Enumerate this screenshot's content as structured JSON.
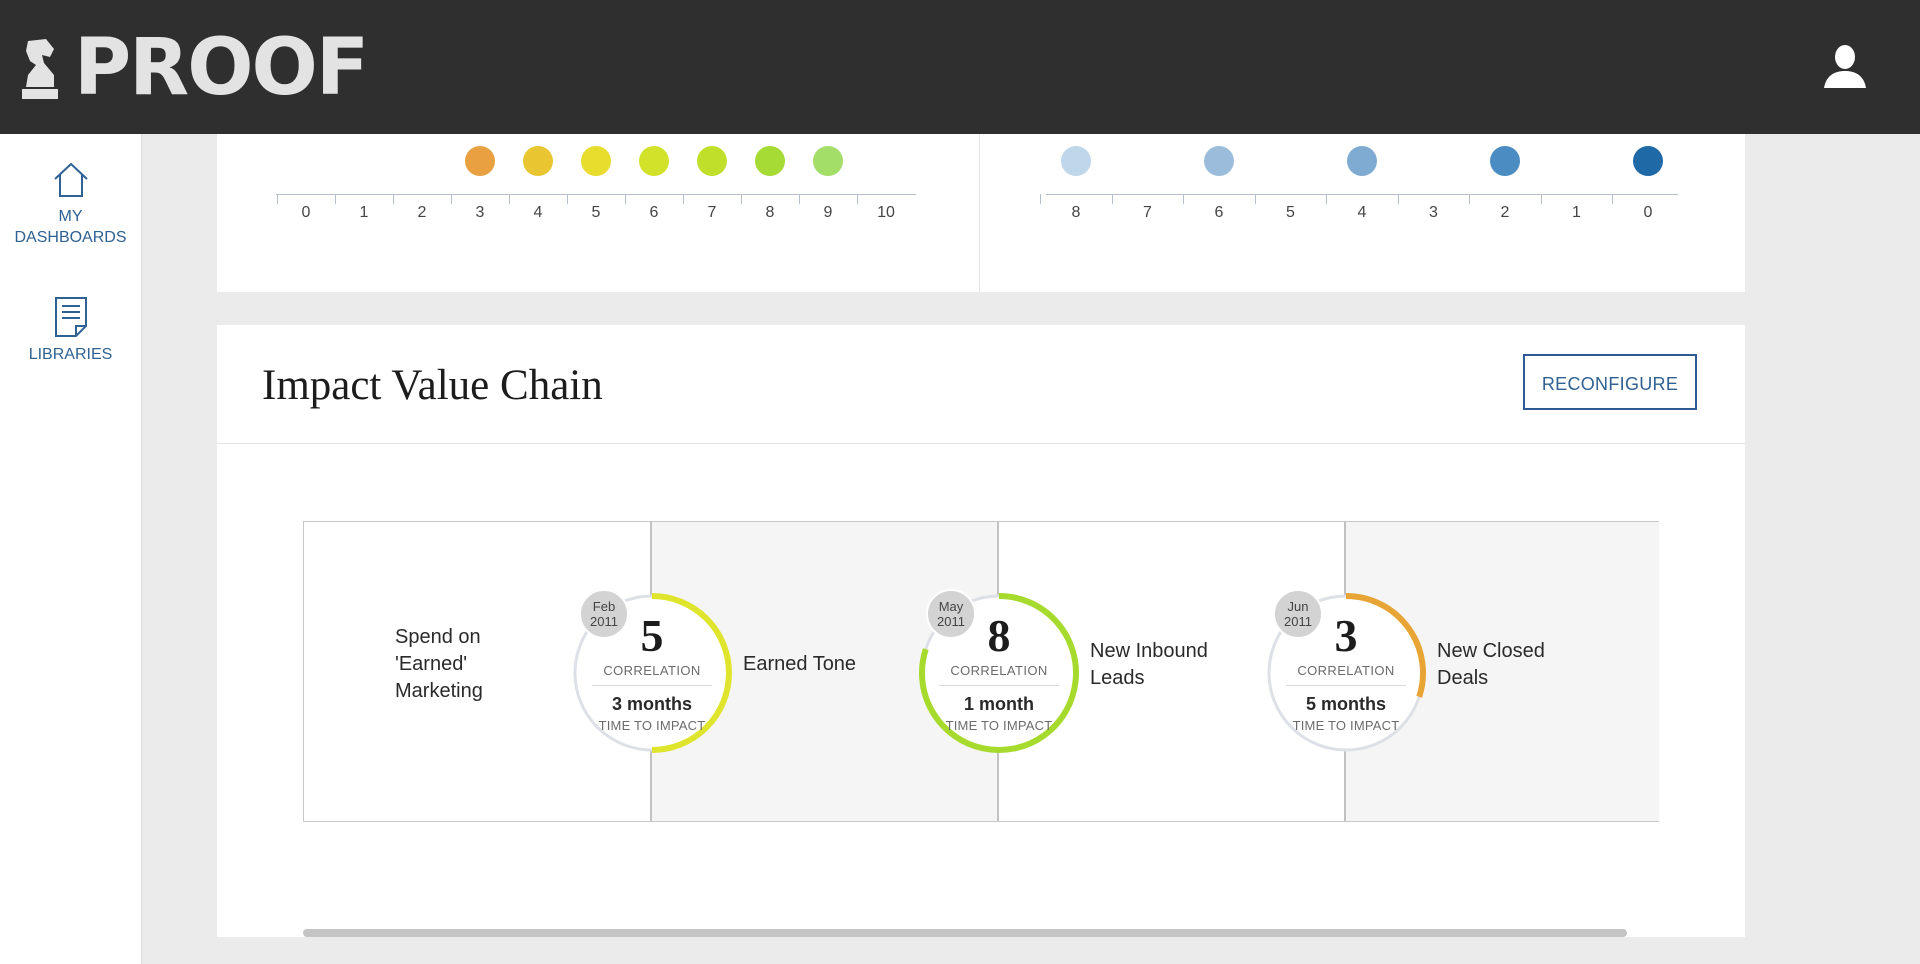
{
  "app": {
    "brand": "PROOF",
    "logo_icon": "proof-chess-knight-logo",
    "user_icon": "user-icon"
  },
  "sidebar": {
    "items": [
      {
        "label_line1": "MY",
        "label_line2": "DASHBOARDS",
        "icon": "home-icon"
      },
      {
        "label": "LIBRARIES",
        "icon": "document-icon"
      }
    ]
  },
  "top_card": {
    "left_axis": {
      "ticks": [
        "0",
        "1",
        "2",
        "3",
        "4",
        "5",
        "6",
        "7",
        "8",
        "9",
        "10"
      ]
    },
    "left_dots": {
      "values": [
        3,
        4,
        5,
        6,
        7,
        8,
        9
      ],
      "colors": [
        "#e8a040",
        "#e8c531",
        "#e8dd2c",
        "#d2e22a",
        "#c0df2b",
        "#a6da35",
        "#a3de68"
      ]
    },
    "right_axis": {
      "ticks": [
        "8",
        "7",
        "6",
        "5",
        "4",
        "3",
        "2",
        "1",
        "0"
      ]
    },
    "right_dots": {
      "values": [
        8,
        6,
        4,
        2,
        0
      ],
      "colors": [
        "#bfd7ea",
        "#9bbddb",
        "#7fabd2",
        "#4b8cc2",
        "#1f6aa6"
      ]
    }
  },
  "impact_card": {
    "title": "Impact Value Chain",
    "reconfigure_label": "RECONFIGURE",
    "source_label": "Spend on 'Earned' Marketing",
    "links": [
      {
        "date_month": "Feb",
        "date_year": "2011",
        "correlation": "5",
        "correlation_label": "CORRELATION",
        "time": "3 months",
        "time_label": "TIME TO IMPACT",
        "target": "Earned Tone",
        "arc_fraction": 0.5,
        "arc_color": "#dfe42c"
      },
      {
        "date_month": "May",
        "date_year": "2011",
        "correlation": "8",
        "correlation_label": "CORRELATION",
        "time": "1 month",
        "time_label": "TIME TO IMPACT",
        "target": "New Inbound Leads",
        "arc_fraction": 0.8,
        "arc_color": "#a6da2c"
      },
      {
        "date_month": "Jun",
        "date_year": "2011",
        "correlation": "3",
        "correlation_label": "CORRELATION",
        "time": "5 months",
        "time_label": "TIME TO IMPACT",
        "target": "New Closed Deals",
        "arc_fraction": 0.3,
        "arc_color": "#e6a535"
      }
    ]
  }
}
